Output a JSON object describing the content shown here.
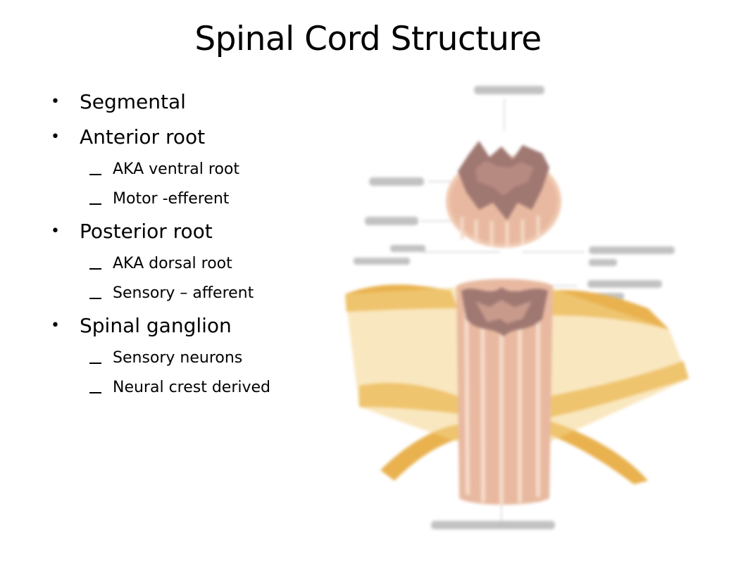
{
  "slide": {
    "title": "Spinal Cord Structure",
    "bullets": [
      {
        "text": "Segmental",
        "sub": []
      },
      {
        "text": "Anterior root",
        "sub": [
          "AKA ventral root",
          "Motor -efferent"
        ]
      },
      {
        "text": "Posterior root",
        "sub": [
          "AKA dorsal root",
          "Sensory – afferent"
        ]
      },
      {
        "text": "Spinal ganglion",
        "sub": [
          "Sensory neurons",
          "Neural crest derived"
        ]
      }
    ]
  },
  "figure": {
    "colors": {
      "cord": "#e8b9a0",
      "cord_light": "#f6dccb",
      "gray_matter": "#a07872",
      "nerve": "#e9b24f",
      "nerve_light": "#f4d38a",
      "label_text": "#9a9a9a"
    }
  }
}
